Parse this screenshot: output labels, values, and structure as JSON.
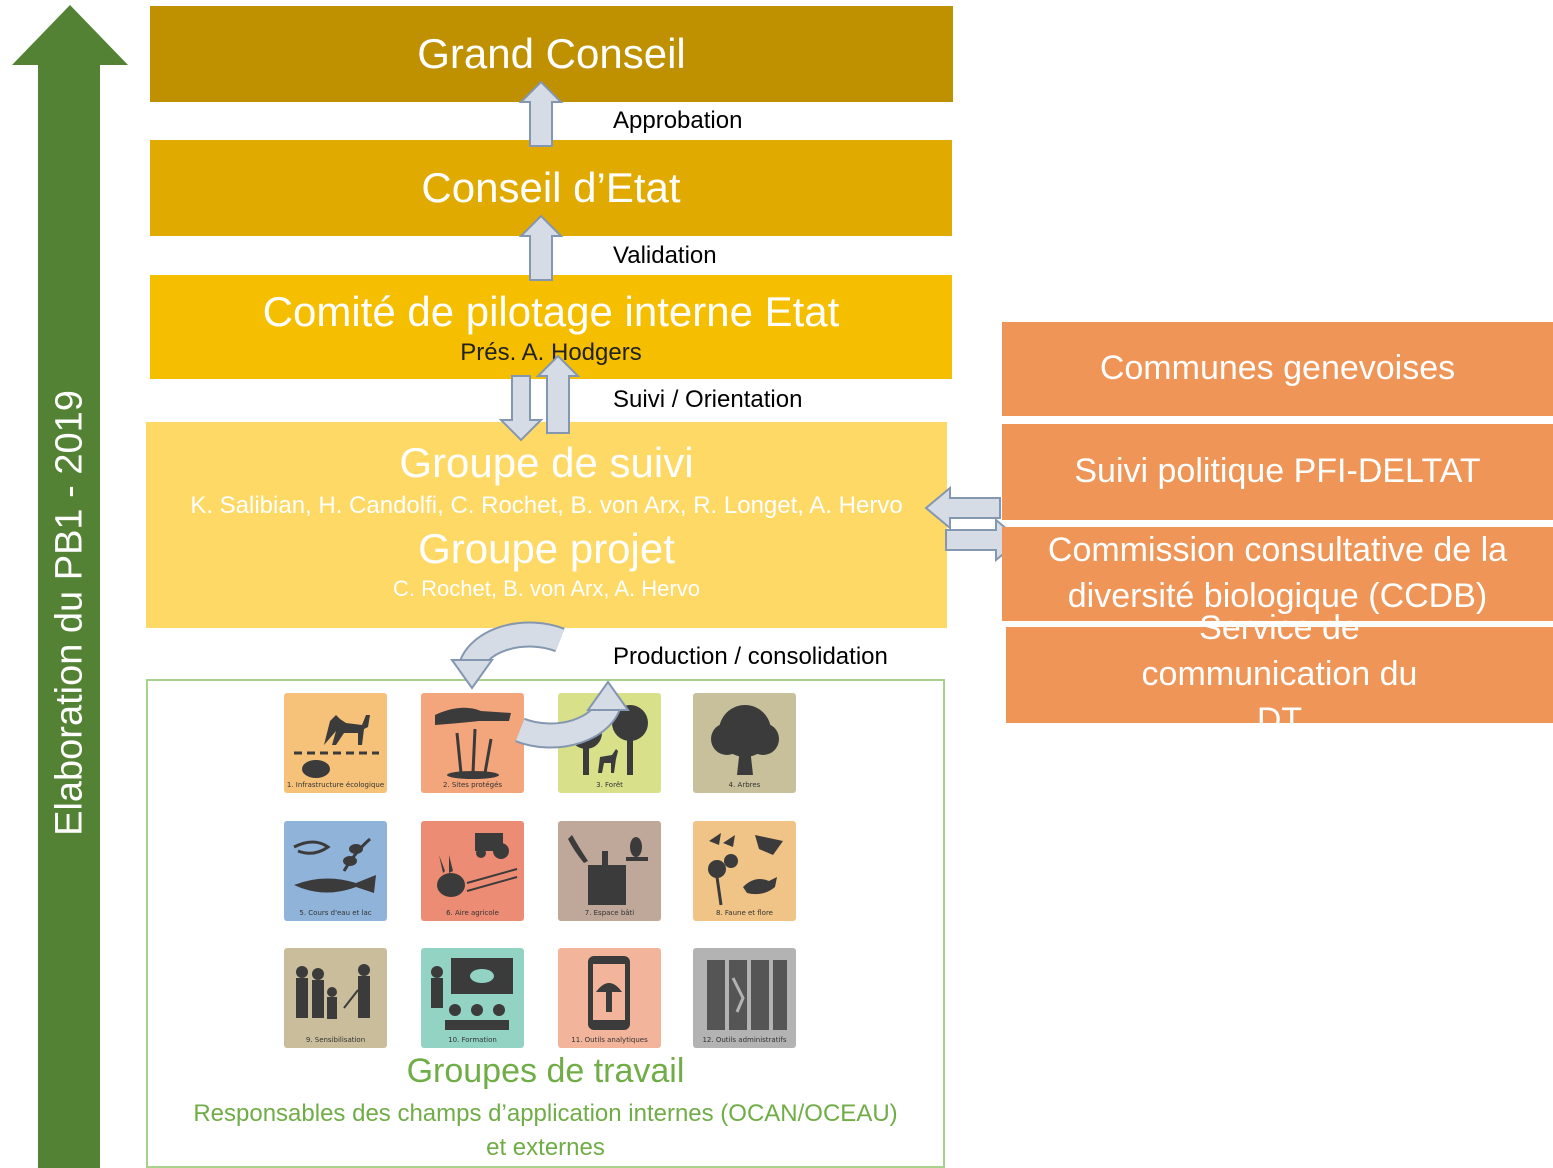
{
  "side_arrow": {
    "label": "Elaboration du PB1 - 2019",
    "color": "#548235"
  },
  "levels": {
    "grand_conseil": {
      "title": "Grand Conseil",
      "color": "#bf9000"
    },
    "conseil_etat": {
      "title": "Conseil d’Etat",
      "color": "#e0aa00"
    },
    "copil": {
      "title": "Comité de pilotage interne Etat",
      "subtitle": "Prés. A. Hodgers",
      "color": "#f5bf00"
    },
    "suivi": {
      "title": "Groupe de suivi",
      "members": "K. Salibian, H. Candolfi, C. Rochet, B. von Arx, R. Longet, A. Hervo",
      "project_title": "Groupe projet",
      "project_members": "C. Rochet, B. von Arx, A. Hervo",
      "color": "#ffd966"
    },
    "travail": {
      "title": "Groupes de travail",
      "subtitle_line1": "Responsables des champs d’application internes (OCAN/OCEAU)",
      "subtitle_line2": "et externes",
      "color": "#70ad47"
    }
  },
  "edges": {
    "approbation": "Approbation",
    "validation": "Validation",
    "suivi_orientation": "Suivi / Orientation",
    "production": "Production / consolidation"
  },
  "partners": [
    {
      "label": "Communes genevoises"
    },
    {
      "label": "Suivi politique PFI-DELTAT"
    },
    {
      "label": "Commission consultative de la diversité biologique (CCDB)"
    },
    {
      "label": "Service de communication du DT"
    }
  ],
  "tiles": [
    {
      "caption": "1. Infrastructure écologique",
      "icon": "deer-hedgehog-icon",
      "bg": "#f6c27a"
    },
    {
      "caption": "2. Sites protégés",
      "icon": "hand-reeds-icon",
      "bg": "#f3a57c"
    },
    {
      "caption": "3. Forêt",
      "icon": "forest-deer-icon",
      "bg": "#d8e08a"
    },
    {
      "caption": "4. Arbres",
      "icon": "tree-icon",
      "bg": "#c7c09a"
    },
    {
      "caption": "5. Cours d'eau et lac",
      "icon": "fish-icon",
      "bg": "#8fb3d9"
    },
    {
      "caption": "6. Aire agricole",
      "icon": "rabbit-tractor-icon",
      "bg": "#ec8c74"
    },
    {
      "caption": "7. Espace bâti",
      "icon": "building-bird-icon",
      "bg": "#bfa79a"
    },
    {
      "caption": "8. Faune et flore",
      "icon": "birds-flowers-icon",
      "bg": "#efc486"
    },
    {
      "caption": "9. Sensibilisation",
      "icon": "people-icon",
      "bg": "#c9bd9b"
    },
    {
      "caption": "10. Formation",
      "icon": "classroom-icon",
      "bg": "#92d3c4"
    },
    {
      "caption": "11. Outils analytiques",
      "icon": "phone-mushroom-icon",
      "bg": "#f2b49a"
    },
    {
      "caption": "12. Outils administratifs",
      "icon": "binders-icon",
      "bg": "#b3b3b3"
    }
  ]
}
